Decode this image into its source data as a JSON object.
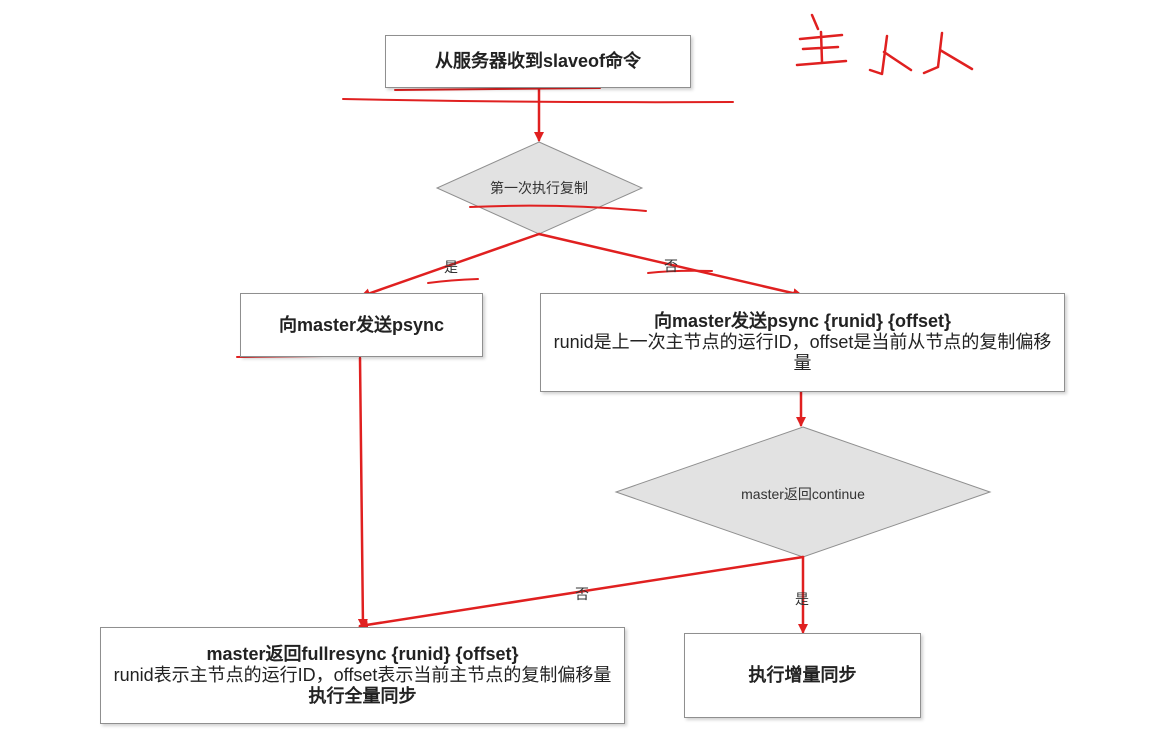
{
  "nodes": {
    "start": {
      "text": "从服务器收到slaveof命令"
    },
    "first_copy": {
      "text": "第一次执行复制"
    },
    "send_psync": {
      "text": "向master发送psync"
    },
    "send_psync_args": {
      "title": "向master发送psync {runid} {offset}",
      "desc": "runid是上一次主节点的运行ID，offset是当前从节点的复制偏移量"
    },
    "continue_check": {
      "text": "master返回continue"
    },
    "fullresync": {
      "title": "master返回fullresync {runid} {offset}",
      "desc": "runid表示主节点的运行ID，offset表示当前主节点的复制偏移量",
      "action": "执行全量同步"
    },
    "incremental": {
      "text": "执行增量同步"
    }
  },
  "edge_labels": {
    "first_yes": "是",
    "first_no": "否",
    "continue_no": "否",
    "continue_yes": "是"
  },
  "colors": {
    "arrow": "#e02020",
    "ink": "#e02020",
    "diamond_fill": "#e2e2e2",
    "diamond_stroke": "#8f8f8f",
    "box_border": "#8f8f8f"
  },
  "handwriting": {
    "text": "主人人"
  }
}
